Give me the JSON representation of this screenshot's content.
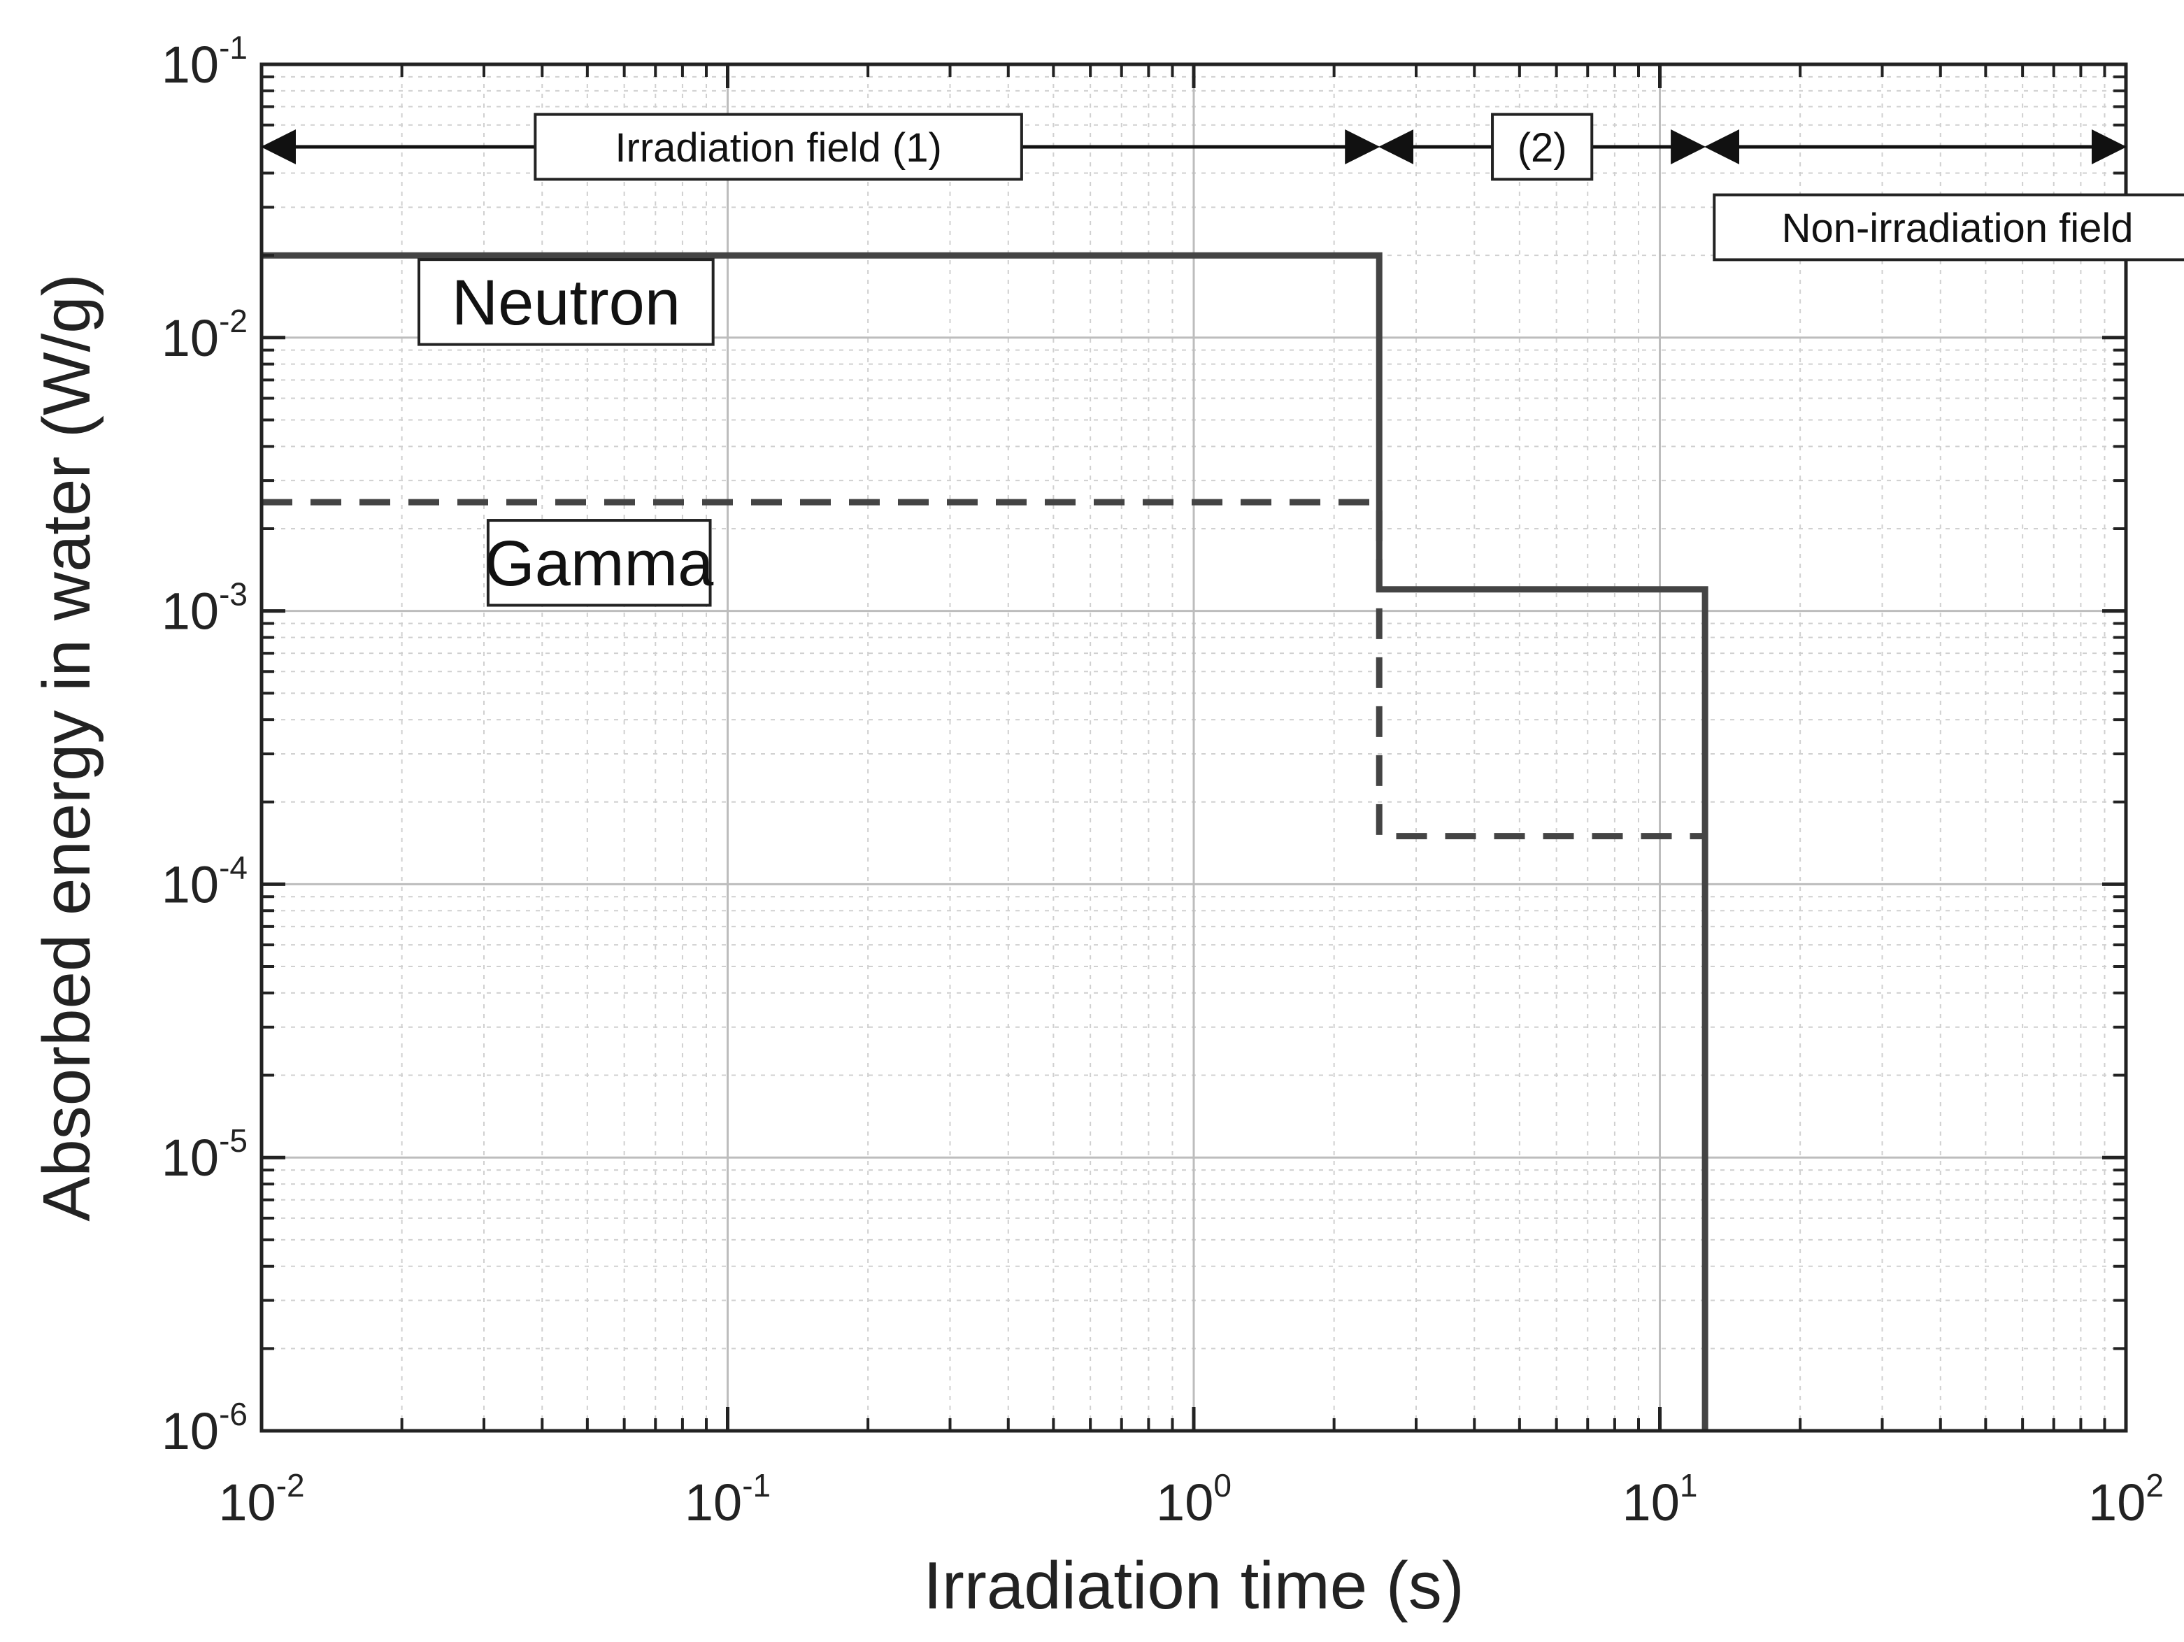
{
  "chart_data": {
    "type": "line",
    "xlabel": "Irradiation time (s)",
    "ylabel": "Absorbed energy in water (W/g)",
    "x_scale": "log",
    "y_scale": "log",
    "xlim": [
      0.01,
      100
    ],
    "ylim": [
      1e-06,
      0.1
    ],
    "grid": true,
    "x_ticks": [
      {
        "value": 0.01,
        "base": "10",
        "exp": "-2"
      },
      {
        "value": 0.1,
        "base": "10",
        "exp": "-1"
      },
      {
        "value": 1,
        "base": "10",
        "exp": "0"
      },
      {
        "value": 10,
        "base": "10",
        "exp": "1"
      },
      {
        "value": 100,
        "base": "10",
        "exp": "2"
      }
    ],
    "y_ticks": [
      {
        "value": 1e-06,
        "base": "10",
        "exp": "-6"
      },
      {
        "value": 1e-05,
        "base": "10",
        "exp": "-5"
      },
      {
        "value": 0.0001,
        "base": "10",
        "exp": "-4"
      },
      {
        "value": 0.001,
        "base": "10",
        "exp": "-3"
      },
      {
        "value": 0.01,
        "base": "10",
        "exp": "-2"
      },
      {
        "value": 0.1,
        "base": "10",
        "exp": "-1"
      }
    ],
    "series": [
      {
        "name": "Neutron",
        "style": "solid",
        "color": "#444444",
        "points": [
          [
            0.01,
            0.02
          ],
          [
            2.5,
            0.02
          ],
          [
            2.5,
            0.0012
          ],
          [
            12.5,
            0.0012
          ],
          [
            12.5,
            1e-06
          ]
        ]
      },
      {
        "name": "Gamma",
        "style": "dashed",
        "color": "#444444",
        "points": [
          [
            0.01,
            0.0025
          ],
          [
            2.5,
            0.0025
          ],
          [
            2.5,
            0.00015
          ],
          [
            12.5,
            0.00015
          ]
        ]
      }
    ],
    "series_labels": [
      {
        "text": "Neutron",
        "x": 0.045,
        "y": 0.0135
      },
      {
        "text": "Gamma",
        "x": 0.053,
        "y": 0.0015
      }
    ],
    "regions": [
      {
        "label": "Irradiation field (1)",
        "x_start": 0.01,
        "x_end": 2.5
      },
      {
        "label": "(2)",
        "x_start": 2.5,
        "x_end": 12.5
      },
      {
        "label": "Non-irradiation field",
        "x_start": 12.5,
        "x_end": 100
      }
    ]
  }
}
